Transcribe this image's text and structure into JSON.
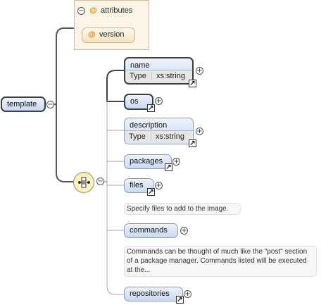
{
  "root": {
    "label": "template"
  },
  "attributes": {
    "label": "attributes",
    "at_symbol": "@",
    "items": [
      {
        "label": "version"
      }
    ]
  },
  "elements": [
    {
      "label": "name",
      "type_label": "Type",
      "type_value": "xs:string",
      "required": true
    },
    {
      "label": "os",
      "required": true
    },
    {
      "label": "description",
      "type_label": "Type",
      "type_value": "xs:string",
      "required": false
    },
    {
      "label": "packages",
      "required": false
    },
    {
      "label": "files",
      "required": false,
      "doc": "Specify files to add to the image."
    },
    {
      "label": "commands",
      "required": false,
      "doc": "Commands can be thought of much like the \"post\" section of a package manager. Commands listed will be executed at the..."
    },
    {
      "label": "repositories",
      "required": false
    }
  ],
  "icons": {
    "expand": "+",
    "collapse": "−",
    "reference": "↗"
  },
  "colors": {
    "element_fill": "#c9d8f1",
    "attribute_fill": "#fbf4e7",
    "attribute_symbol": "#d58a1a"
  }
}
